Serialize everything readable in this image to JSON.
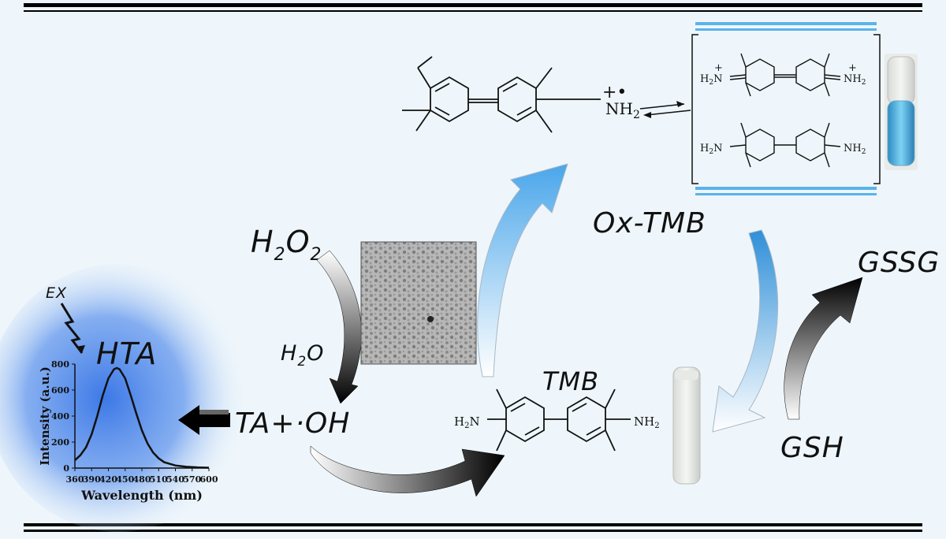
{
  "labels": {
    "h2o2_main": "H",
    "h2o2_sub1": "2",
    "h2o2_o": "O",
    "h2o2_sub2": "2",
    "h2o_main": "H",
    "h2o_sub": "2",
    "h2o_o": "O",
    "ta_oh": "TA+·OH",
    "hta": "HTA",
    "ex": "EX",
    "tmb": "TMB",
    "ox_tmb": "Ox-TMB",
    "gsh": "GSH",
    "gssg": "GSSG"
  },
  "chem": {
    "radical_charge": "+•",
    "nh2_radical": "NH",
    "nh2_radical_sub": "2",
    "h2n_plus_left": "H",
    "h2n_plus_left_sub": "2",
    "h2n_plus_left_n": "N",
    "plus_left": "+",
    "nh2_plus_right": "NH",
    "nh2_plus_right_sub": "2",
    "plus_right": "+",
    "h2n_left": "H",
    "h2n_left_sub": "2",
    "h2n_left_n": "N",
    "nh2_right": "NH",
    "nh2_right_sub": "2",
    "tmb_h2n": "H",
    "tmb_h2n_sub": "2",
    "tmb_h2n_n": "N",
    "tmb_nh2": "NH",
    "tmb_nh2_sub": "2"
  },
  "chart_data": {
    "type": "line",
    "xlabel": "Wavelength (nm)",
    "ylabel": "Intensity (a.u.)",
    "xlim": [
      360,
      600
    ],
    "ylim": [
      0,
      800
    ],
    "xticks": [
      360,
      390,
      420,
      450,
      480,
      510,
      540,
      570,
      600
    ],
    "yticks": [
      0,
      200,
      400,
      600,
      800
    ],
    "grid": false,
    "series": [
      {
        "x": [
          360,
          370,
          380,
          390,
          400,
          410,
          420,
          430,
          435,
          440,
          450,
          460,
          470,
          480,
          490,
          500,
          510,
          520,
          540,
          560,
          580,
          600
        ],
        "y": [
          60,
          100,
          160,
          260,
          400,
          560,
          690,
          760,
          770,
          760,
          690,
          560,
          420,
          290,
          190,
          120,
          75,
          45,
          20,
          10,
          5,
          3
        ]
      }
    ]
  }
}
